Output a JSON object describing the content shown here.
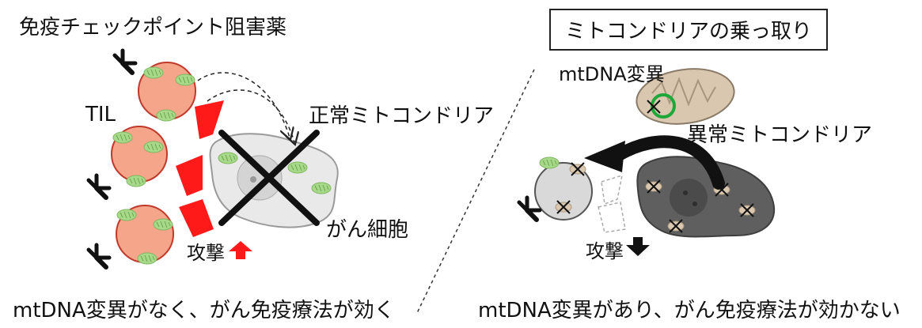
{
  "left_panel": {
    "drug_label": "免疫チェックポイント阻害薬",
    "til_label": "TIL",
    "normal_mito_label": "正常ミトコンドリア",
    "cancer_label": "がん細胞",
    "attack_label": "攻撃",
    "attack_direction": "up",
    "caption": "mtDNA変異がなく、がん免疫療法が効く"
  },
  "right_panel": {
    "title": "ミトコンドリアの乗っ取り",
    "mutation_label": "mtDNA変異",
    "abnormal_mito_label": "異常ミトコンドリア",
    "attack_label": "攻撃",
    "attack_direction": "down",
    "caption": "mtDNA変異があり、がん免疫療法が効かない"
  },
  "colors": {
    "til_fill": "#f4a58a",
    "til_stroke": "#c0392b",
    "attack_red": "#ff1a1a",
    "normal_mito": "#a8d88a",
    "abnormal_mito": "#d9c7b0",
    "cancer_light": "#e9e9e9",
    "cancer_dark": "#5f5f5f",
    "mutation_ring": "#1fa83a"
  }
}
